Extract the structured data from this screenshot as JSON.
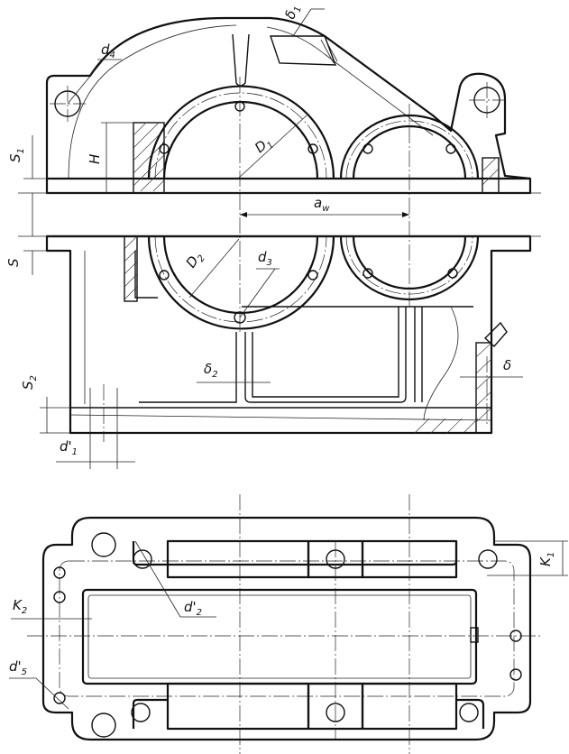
{
  "labels": {
    "d4": "d",
    "d4_sub": "4",
    "delta1": "δ",
    "delta1_sub": "1",
    "S1": "S",
    "S1_sub": "1",
    "H": "H",
    "D1": "D",
    "D1_sub": "1",
    "aw": "a",
    "aw_sub": "w",
    "S": "S",
    "D2": "D",
    "D2_sub": "2",
    "d3": "d",
    "d3_sub": "3",
    "delta2": "δ",
    "delta2_sub": "2",
    "delta": "δ",
    "S2": "S",
    "S2_sub": "2",
    "d1p": "d'",
    "d1p_sub": "1",
    "K1": "K",
    "K1_sub": "1",
    "d2p": "d'",
    "d2p_sub": "2",
    "K2": "K",
    "K2_sub": "2",
    "d5p": "d'",
    "d5p_sub": "5"
  }
}
